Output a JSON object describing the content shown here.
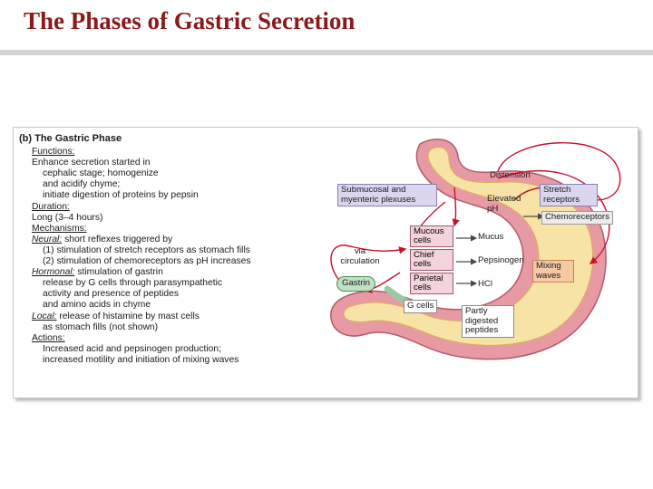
{
  "slide": {
    "title": "The Phases of Gastric Secretion"
  },
  "panel": {
    "heading": "(b) The Gastric Phase",
    "lines": [
      "Functions:",
      "Enhance secretion started in",
      "cephalic stage; homogenize",
      "and acidify chyme;",
      "initiate digestion of proteins by pepsin",
      "Duration:",
      "Long (3–4 hours)",
      "Mechanisms:",
      "Neural:",
      "short reflexes triggered by",
      "(1) stimulation of stretch receptors as stomach fills",
      "(2) stimulation of chemoreceptors as pH increases",
      "Hormonal:",
      "stimulation of gastrin",
      "release by G cells through parasympathetic",
      "activity and presence of peptides",
      "and amino acids in chyme",
      "Local:",
      "release of histamine by mast cells",
      "as stomach fills (not shown)",
      "Actions:",
      "Increased acid and pepsinogen production;",
      "increased motility and initiation of mixing waves"
    ]
  },
  "diagram": {
    "distension": "Distension",
    "elevated_ph": "Elevated pH",
    "stretch_receptors": "Stretch receptors",
    "chemoreceptors": "Chemoreceptors",
    "plexuses": "Submucosal and myenteric plexuses",
    "via_circulation": "via circulation",
    "gastrin": "Gastrin",
    "g_cells": "G cells",
    "mucous_cells": "Mucous cells",
    "chief_cells": "Chief cells",
    "parietal_cells": "Parietal cells",
    "mucus": "Mucus",
    "pepsinogen": "Pepsinogen",
    "hcl": "HCl",
    "mixing_waves": "Mixing waves",
    "partly_digested": "Partly digested peptides"
  },
  "colors": {
    "title": "#8b1a1a",
    "arrow_red": "#c8102e",
    "stomach_wall": "#e89aa4",
    "stomach_lumen": "#f7e3a6",
    "plexus_box": "#dcd5ee",
    "gastrin_box": "#bfe0c2",
    "mixing_box": "#f5c9a2"
  }
}
